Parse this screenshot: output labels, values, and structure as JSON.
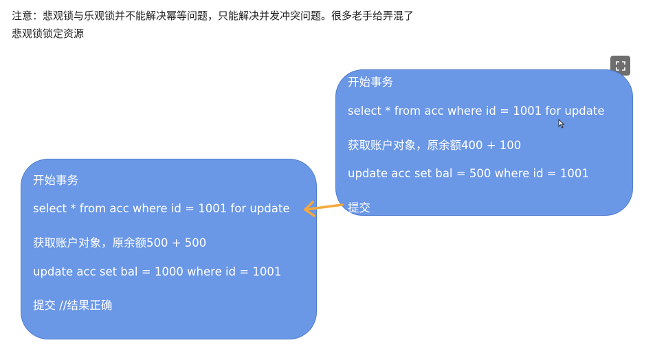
{
  "note": {
    "line1": "注意：悲观锁与乐观锁并不能解决幂等问题，只能解决并发冲突问题。很多老手给弄混了",
    "line2": "悲观锁锁定资源"
  },
  "transaction_right": {
    "begin": "开始事务",
    "select": "select * from acc where id = 1001 for update",
    "read": "获取账户对象，原余额400 + 100",
    "update": "update acc set bal = 500 where id = 1001",
    "commit": "提交"
  },
  "transaction_left": {
    "begin": "开始事务",
    "select": "select * from acc where id = 1001 for update",
    "read": "获取账户对象，原余额500 + 500",
    "update": "update acc set bal = 1000 where id = 1001",
    "commit": "提交    //结果正确"
  },
  "colors": {
    "box_fill": "#6a97e6",
    "box_border": "#4f7dcc",
    "arrow": "#f5a93c",
    "expand_button": "#6e6e6e"
  },
  "icons": {
    "expand": "expand-icon",
    "cursor": "mouse-cursor-icon"
  }
}
